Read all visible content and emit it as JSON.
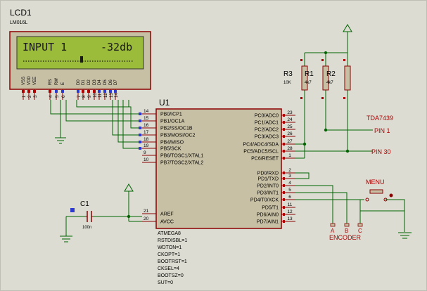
{
  "lcd": {
    "ref": "LCD1",
    "model": "LM016L",
    "line1_left": "INPUT 1",
    "line1_right": "-32db",
    "pin_labels": [
      "VSS",
      "VDD",
      "VEE",
      "RS",
      "RW",
      "E",
      "D0",
      "D1",
      "D2",
      "D3",
      "D4",
      "D5",
      "D6",
      "D7"
    ],
    "pin_numbers": [
      "1",
      "2",
      "3",
      "4",
      "5",
      "6",
      "7",
      "8",
      "9",
      "10",
      "11",
      "12",
      "13",
      "14"
    ]
  },
  "mcu": {
    "ref": "U1",
    "left_pins": [
      {
        "num": "14",
        "name": "PB0/ICP1"
      },
      {
        "num": "15",
        "name": "PB1/OC1A"
      },
      {
        "num": "16",
        "name": "PB2/SS/OC1B"
      },
      {
        "num": "17",
        "name": "PB3/MOSI/OC2"
      },
      {
        "num": "18",
        "name": "PB4/MISO"
      },
      {
        "num": "19",
        "name": "PB5/SCK"
      },
      {
        "num": "9",
        "name": "PB6/TOSC1/XTAL1"
      },
      {
        "num": "10",
        "name": "PB7/TOSC2/XTAL2"
      },
      {
        "num": "21",
        "name": "AREF"
      },
      {
        "num": "20",
        "name": "AVCC"
      }
    ],
    "right_pins": [
      {
        "num": "23",
        "name": "PC0/ADC0"
      },
      {
        "num": "24",
        "name": "PC1/ADC1"
      },
      {
        "num": "25",
        "name": "PC2/ADC2"
      },
      {
        "num": "26",
        "name": "PC3/ADC3"
      },
      {
        "num": "27",
        "name": "PC4/ADC4/SDA"
      },
      {
        "num": "28",
        "name": "PC5/ADC5/SCL"
      },
      {
        "num": "1",
        "name": "PC6/RESET"
      },
      {
        "num": "2",
        "name": "PD0/RXD"
      },
      {
        "num": "3",
        "name": "PD1/TXD"
      },
      {
        "num": "4",
        "name": "PD2/INT0"
      },
      {
        "num": "5",
        "name": "PD3/INT1"
      },
      {
        "num": "6",
        "name": "PD4/T0/XCK"
      },
      {
        "num": "11",
        "name": "PD5/T1"
      },
      {
        "num": "12",
        "name": "PD6/AIN0"
      },
      {
        "num": "13",
        "name": "PD7/AIN1"
      }
    ],
    "properties": [
      "ATMEGA8",
      "RSTDISBL=1",
      "WDTON=1",
      "CKOPT=1",
      "BOOTRST=1",
      "CKSEL=4",
      "BOOTSZ=0",
      "SUT=0"
    ]
  },
  "resistors": [
    {
      "ref": "R3",
      "value": "10K"
    },
    {
      "ref": "R1",
      "value": "4k7"
    },
    {
      "ref": "R2",
      "value": "4k7"
    }
  ],
  "capacitor": {
    "ref": "C1",
    "value": "100n"
  },
  "labels": {
    "tda": "TDA7439",
    "pin1": "PIN 1",
    "pin30": "PIN 30",
    "menu": "MENU",
    "encoder": "ENCODER",
    "enc_a": "A",
    "enc_b": "B",
    "enc_c": "C"
  },
  "colors": {
    "background": "#dcdcd2",
    "wire": "#006400",
    "component_outline": "#8b0000",
    "component_fill": "#c8c0a4",
    "lcd_screen": "#9bbb3a",
    "label_red": "#b00000"
  }
}
